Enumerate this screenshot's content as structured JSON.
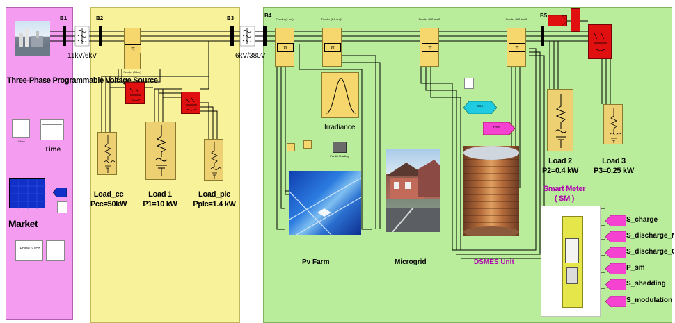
{
  "buses": {
    "b1": "B1",
    "b2": "B2",
    "b3": "B3",
    "b4": "B4",
    "b5": "B5"
  },
  "transformers": {
    "t1": "11kV/6kV",
    "t2": "6kV/380V"
  },
  "source": {
    "label": "Three-Phase Programmable Voltage Source"
  },
  "clock": {
    "label": "Clock"
  },
  "time": {
    "label": "Time"
  },
  "market": {
    "label": "Market"
  },
  "phase": {
    "label": "Phase 60 Hz",
    "value": "1"
  },
  "feeders": {
    "f1": "Feeder (3 km)",
    "f2": "Feeder (1 km)",
    "f3": "Feeder (0.2 km)1",
    "f4": "Feeder (0.2 km)2",
    "f5": "Feeder (0.2 km)3",
    "pi": "π"
  },
  "loads": {
    "cc": {
      "name": "Load_cc",
      "power": "Pcc=50kW"
    },
    "l1": {
      "name": "Load 1",
      "power": "P1=10 kW"
    },
    "plc": {
      "name": "Load_plc",
      "power": "Pplc=1.4 kW"
    },
    "l2": {
      "name": "Load 2",
      "power": "P2=0.4 kW"
    },
    "l3": {
      "name": "Load 3",
      "power": "P3=0.25 kW"
    }
  },
  "irradiance": {
    "label": "Irradiance"
  },
  "partial_shading": {
    "label": "Partial Shading"
  },
  "pv": {
    "label": "Pv Farm"
  },
  "microgrid": {
    "label": "Microgrid"
  },
  "dsmes": {
    "label": "DSMES  Unit"
  },
  "goto_tags": {
    "cyan": "SOC",
    "magenta": "Pmes"
  },
  "smart_meter": {
    "title": "Smart Meter",
    "abbr": "( SM )"
  },
  "signals": [
    "S_charge",
    "S_discharge_MG",
    "S_discharge_G",
    "P_sm",
    "S_shedding",
    "S_modulation"
  ],
  "colors": {
    "pink_area": "#f39cf0",
    "yellow_area": "#f8f29a",
    "green_area": "#b9ec9b",
    "feeder": "#f5d76e",
    "breaker": "#e01010",
    "signal_tag": "#f542d1",
    "soc_tag": "#1ecbe1",
    "dsmes_text": "#b000b0",
    "smart_meter_text": "#b000b0"
  }
}
